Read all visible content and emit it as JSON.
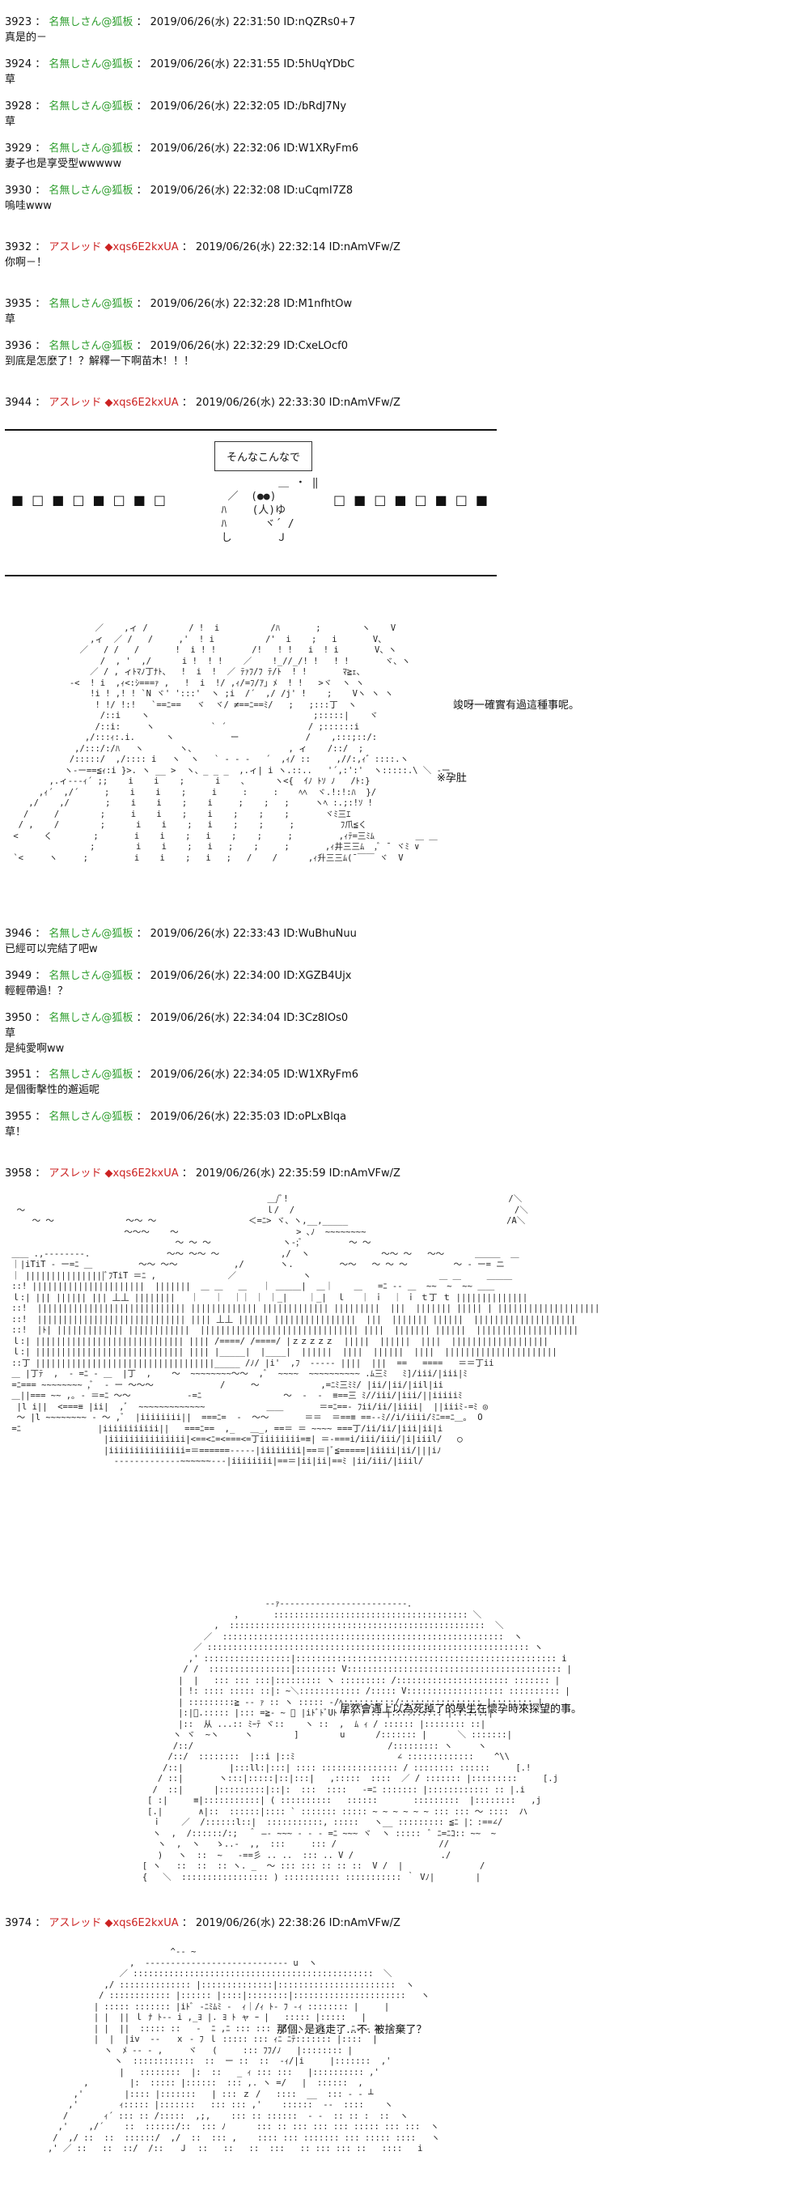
{
  "posts": [
    {
      "num": "3923",
      "name": "名無しさん@狐板",
      "date": "2019/06/26(水) 22:31:50",
      "id": "ID:nQZRs0+7",
      "body": "真是的－"
    },
    {
      "num": "3924",
      "name": "名無しさん@狐板",
      "date": "2019/06/26(水) 22:31:55",
      "id": "ID:5hUqYDbC",
      "body": "草"
    },
    {
      "num": "3928",
      "name": "名無しさん@狐板",
      "date": "2019/06/26(水) 22:32:05",
      "id": "ID:/bRdJ7Ny",
      "body": "草"
    },
    {
      "num": "3929",
      "name": "名無しさん@狐板",
      "date": "2019/06/26(水) 22:32:06",
      "id": "ID:W1XRyFm6",
      "body": "妻子也是享受型wwwww"
    },
    {
      "num": "3930",
      "name": "名無しさん@狐板",
      "date": "2019/06/26(水) 22:32:08",
      "id": "ID:uCqmI7Z8",
      "body": "嗚哇www"
    },
    {
      "num": "3932",
      "name": "アスレッド",
      "trip": "◆xqs6E2kxUA",
      "date": "2019/06/26(水) 22:32:14",
      "id": "ID:nAmVFw/Z",
      "body": "你啊－！"
    },
    {
      "num": "3935",
      "name": "名無しさん@狐板",
      "date": "2019/06/26(水) 22:32:28",
      "id": "ID:M1nfhtOw",
      "body": "草"
    },
    {
      "num": "3936",
      "name": "名無しさん@狐板",
      "date": "2019/06/26(水) 22:32:29",
      "id": "ID:CxeLOcf0",
      "body": "到底是怎麼了！？解釋一下啊苗木！！！"
    },
    {
      "num": "3944",
      "name": "アスレッド",
      "trip": "◆xqs6E2kxUA",
      "date": "2019/06/26(水) 22:33:30",
      "id": "ID:nAmVFw/Z",
      "body": ""
    },
    {
      "num": "3946",
      "name": "名無しさん@狐板",
      "date": "2019/06/26(水) 22:33:43",
      "id": "ID:WuBhuNuu",
      "body": "已經可以完結了吧w"
    },
    {
      "num": "3949",
      "name": "名無しさん@狐板",
      "date": "2019/06/26(水) 22:34:00",
      "id": "ID:XGZB4Ujx",
      "body": "輕輕帶過！？"
    },
    {
      "num": "3950",
      "name": "名無しさん@狐板",
      "date": "2019/06/26(水) 22:34:04",
      "id": "ID:3Cz8IOs0",
      "body": "草\n是純愛啊ww"
    },
    {
      "num": "3951",
      "name": "名無しさん@狐板",
      "date": "2019/06/26(水) 22:34:05",
      "id": "ID:W1XRyFm6",
      "body": "是個衝擊性的邂逅呢"
    },
    {
      "num": "3955",
      "name": "名無しさん@狐板",
      "date": "2019/06/26(水) 22:35:03",
      "id": "ID:oPLxBlqa",
      "body": "草！"
    },
    {
      "num": "3958",
      "name": "アスレッド",
      "trip": "◆xqs6E2kxUA",
      "date": "2019/06/26(水) 22:35:59",
      "id": "ID:nAmVFw/Z",
      "body": ""
    },
    {
      "num": "3974",
      "name": "アスレッド",
      "trip": "◆xqs6E2kxUA",
      "date": "2019/06/26(水) 22:38:26",
      "id": "ID:nAmVFw/Z",
      "body": ""
    }
  ],
  "scene1": {
    "box_text": "そんなこんなで",
    "squares_left": "■□■□■□■□",
    "squares_right": "□■□■□■□■"
  },
  "scene2": {
    "note1": "竣呀一確實有過這種事呢。",
    "note2": "※孕肚"
  },
  "scene4": {
    "note": "居然會遇上以為死掉了的學生在懷孕時來探望的事。"
  },
  "scene5": {
    "note": "那個. 是逃走了…不. 被捨棄了？"
  }
}
